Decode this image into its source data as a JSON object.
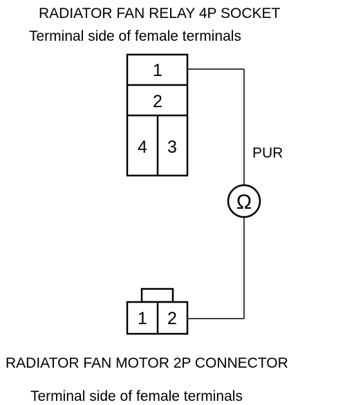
{
  "relay_socket": {
    "title": "RADIATOR FAN RELAY 4P SOCKET",
    "subtitle": "Terminal side of female terminals",
    "terminals": [
      "1",
      "2",
      "4",
      "3"
    ]
  },
  "motor_connector": {
    "title": "RADIATOR FAN MOTOR 2P CONNECTOR",
    "subtitle": "Terminal side of female terminals",
    "terminals": [
      "1",
      "2"
    ]
  },
  "wire": {
    "color_label": "PUR"
  },
  "meter": {
    "symbol": "Ω",
    "icon": "ohmmeter-icon"
  }
}
